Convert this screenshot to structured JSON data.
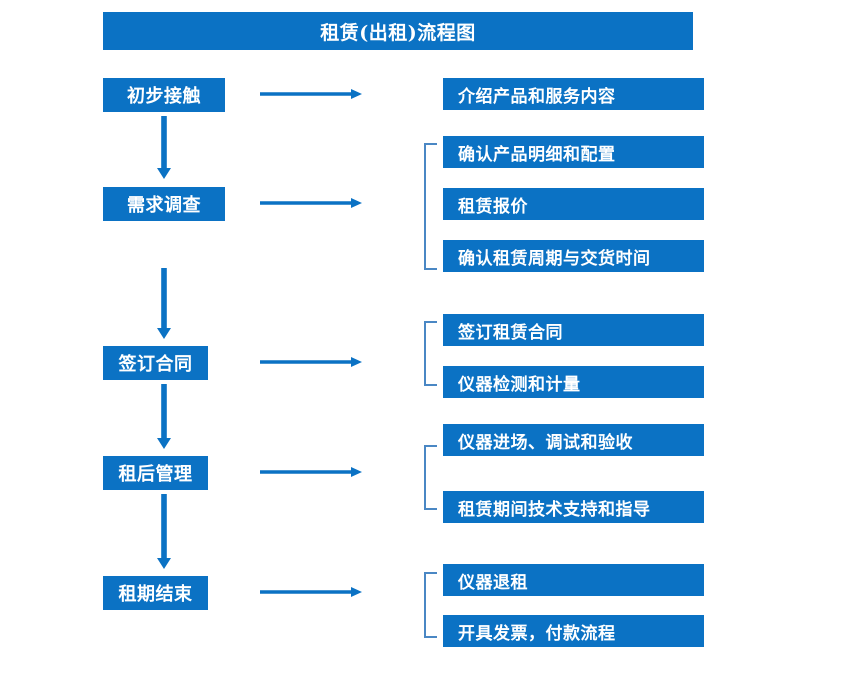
{
  "diagram": {
    "title": "租赁(出租)流程图",
    "colors": {
      "box_fill": "#0b72c4",
      "box_text": "#ffffff",
      "arrow": "#0b72c4",
      "bracket": "#4a87c4",
      "background": "#ffffff"
    },
    "stages": [
      {
        "label": "初步接触"
      },
      {
        "label": "需求调查"
      },
      {
        "label": "签订合同"
      },
      {
        "label": "租后管理"
      },
      {
        "label": "租期结束"
      }
    ],
    "groups": [
      {
        "stage": "初步接触",
        "bracketed": false,
        "items": [
          "介绍产品和服务内容"
        ]
      },
      {
        "stage": "需求调查",
        "bracketed": true,
        "items": [
          "确认产品明细和配置",
          "租赁报价",
          "确认租赁周期与交货时间"
        ]
      },
      {
        "stage": "签订合同",
        "bracketed": true,
        "items": [
          "签订租赁合同",
          "仪器检测和计量"
        ]
      },
      {
        "stage": "租后管理",
        "bracketed": true,
        "items": [
          "仪器进场、调试和验收",
          "租赁期间技术支持和指导"
        ]
      },
      {
        "stage": "租期结束",
        "bracketed": true,
        "items": [
          "仪器退租",
          "开具发票，付款流程"
        ]
      }
    ],
    "connectors": {
      "horizontal_arrow_count": 5,
      "vertical_arrow_count": 4,
      "arrow_icon": "right-arrow-icon",
      "down_arrow_icon": "down-arrow-icon"
    }
  }
}
